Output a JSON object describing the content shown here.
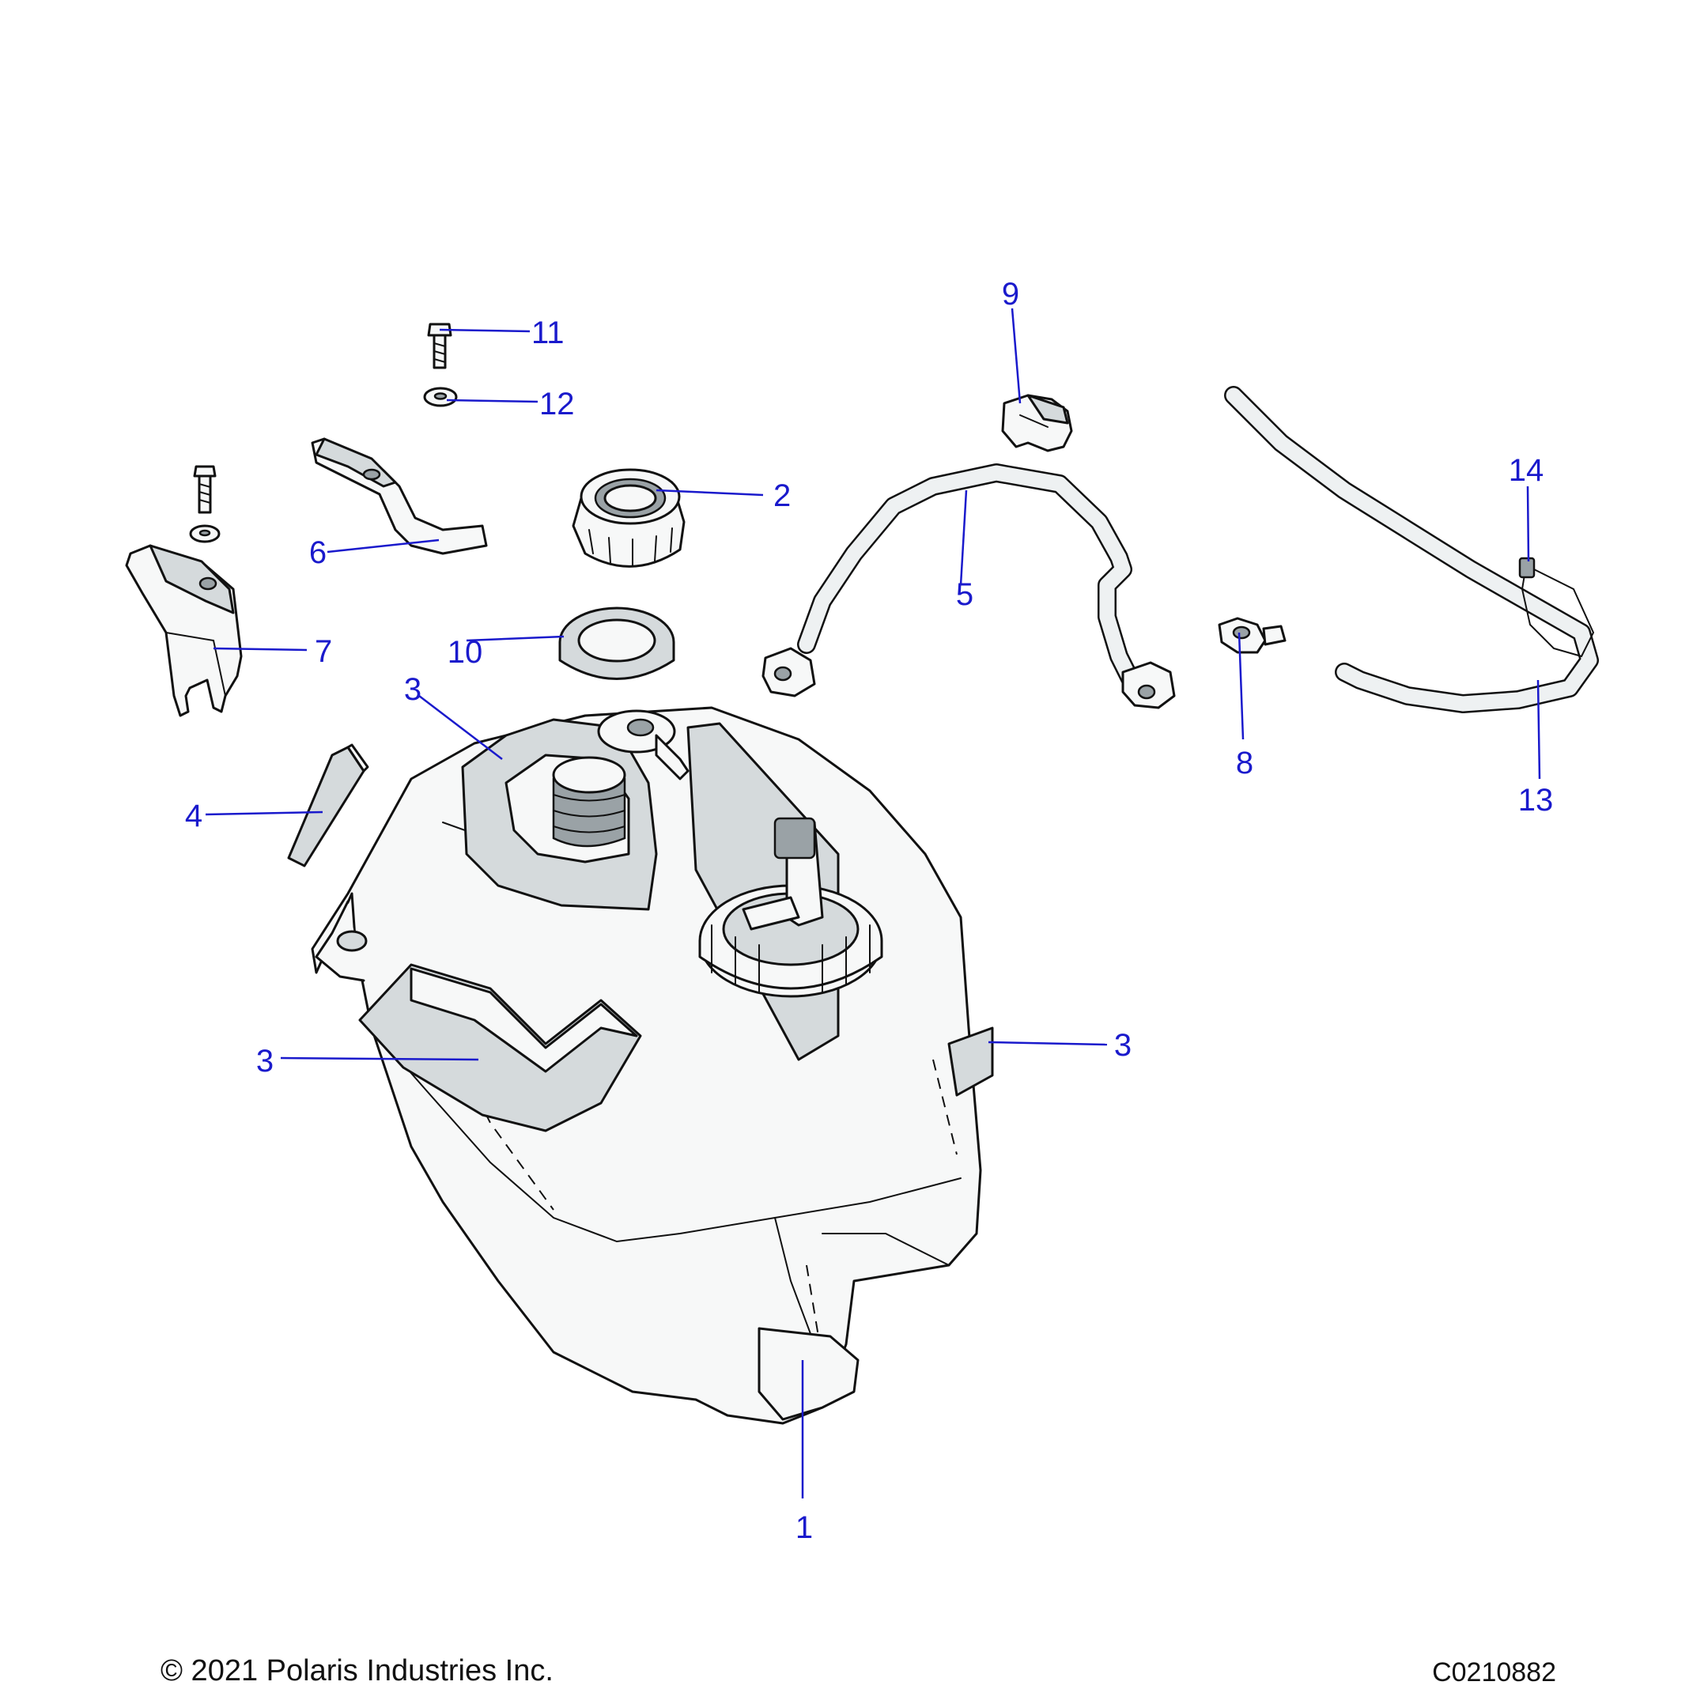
{
  "callouts": {
    "c1": "1",
    "c2": "2",
    "c3a": "3",
    "c3b": "3",
    "c3c": "3",
    "c4": "4",
    "c5": "5",
    "c6": "6",
    "c7": "7",
    "c8": "8",
    "c9": "9",
    "c10": "10",
    "c11": "11",
    "c12": "12",
    "c13": "13",
    "c14": "14"
  },
  "footer": {
    "copyright": "© 2021 Polaris Industries Inc.",
    "drawing_id": "C0210882"
  },
  "colors": {
    "callout": "#1a1acc",
    "line_art": "#111111"
  }
}
